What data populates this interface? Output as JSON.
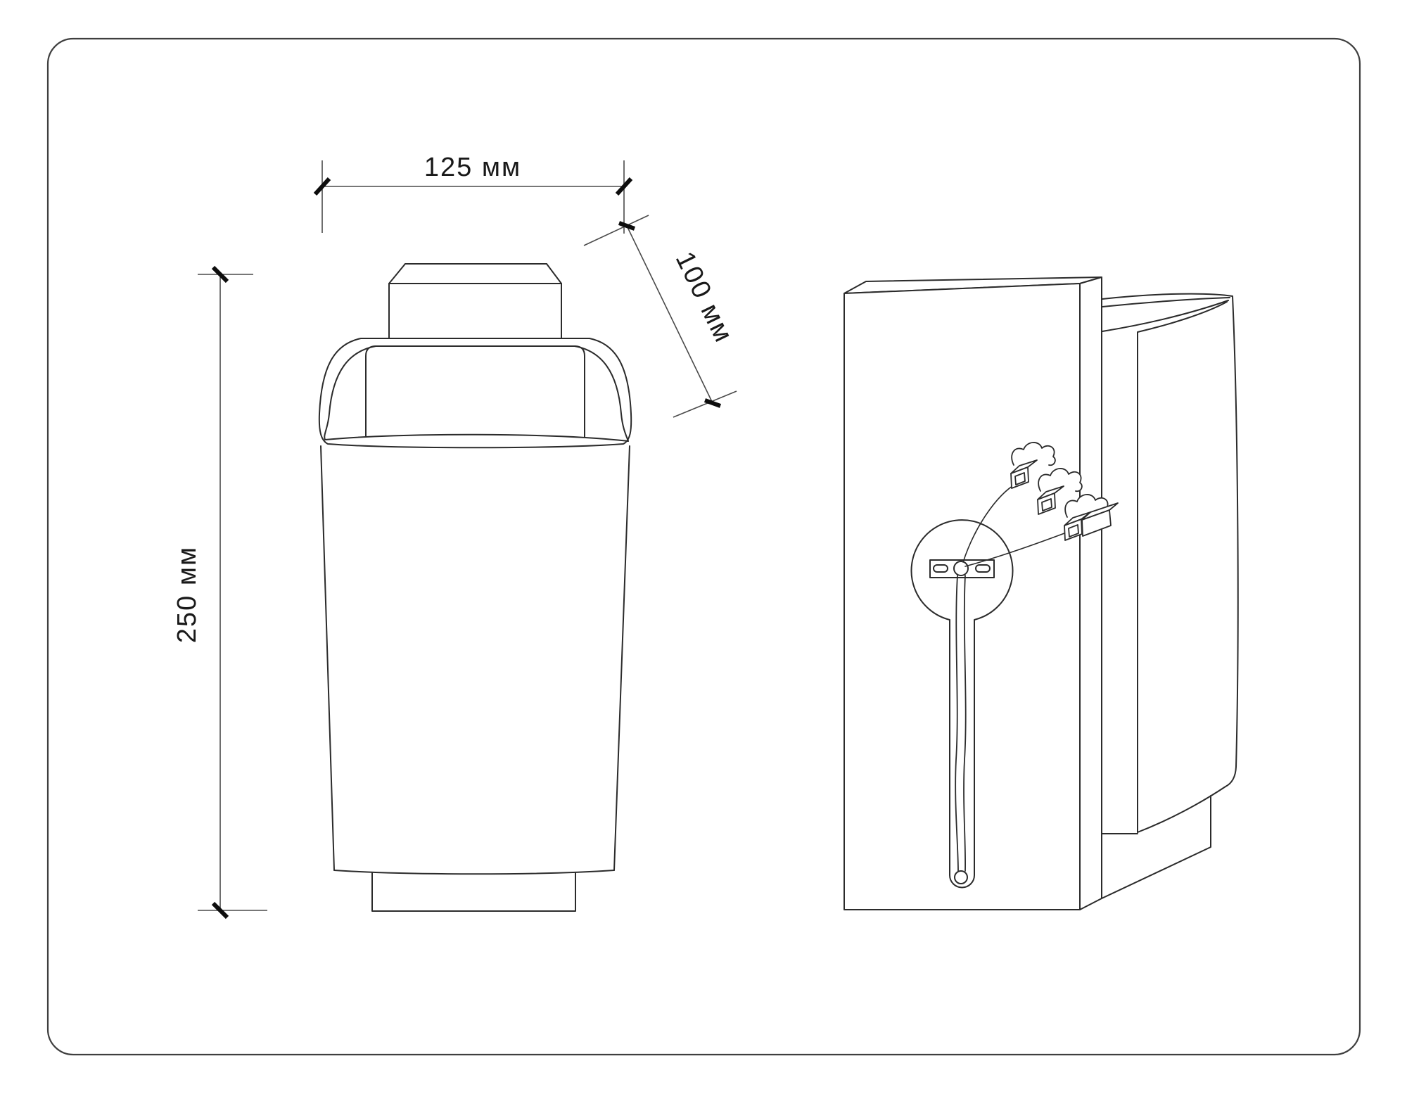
{
  "page": {
    "background_color": "#ffffff",
    "frame_color": "#3f3f3f"
  },
  "drawing": {
    "kind": "technical dimension drawing",
    "line_color": "#2b2b2b",
    "dimension_line_color": "#4a4a4a",
    "tick_color": "#0d0d0d",
    "text_color": "#191919",
    "dimensions": {
      "width": {
        "label": "125 мм"
      },
      "depth": {
        "label": "100 мм"
      },
      "height": {
        "label": "250 мм"
      }
    }
  }
}
